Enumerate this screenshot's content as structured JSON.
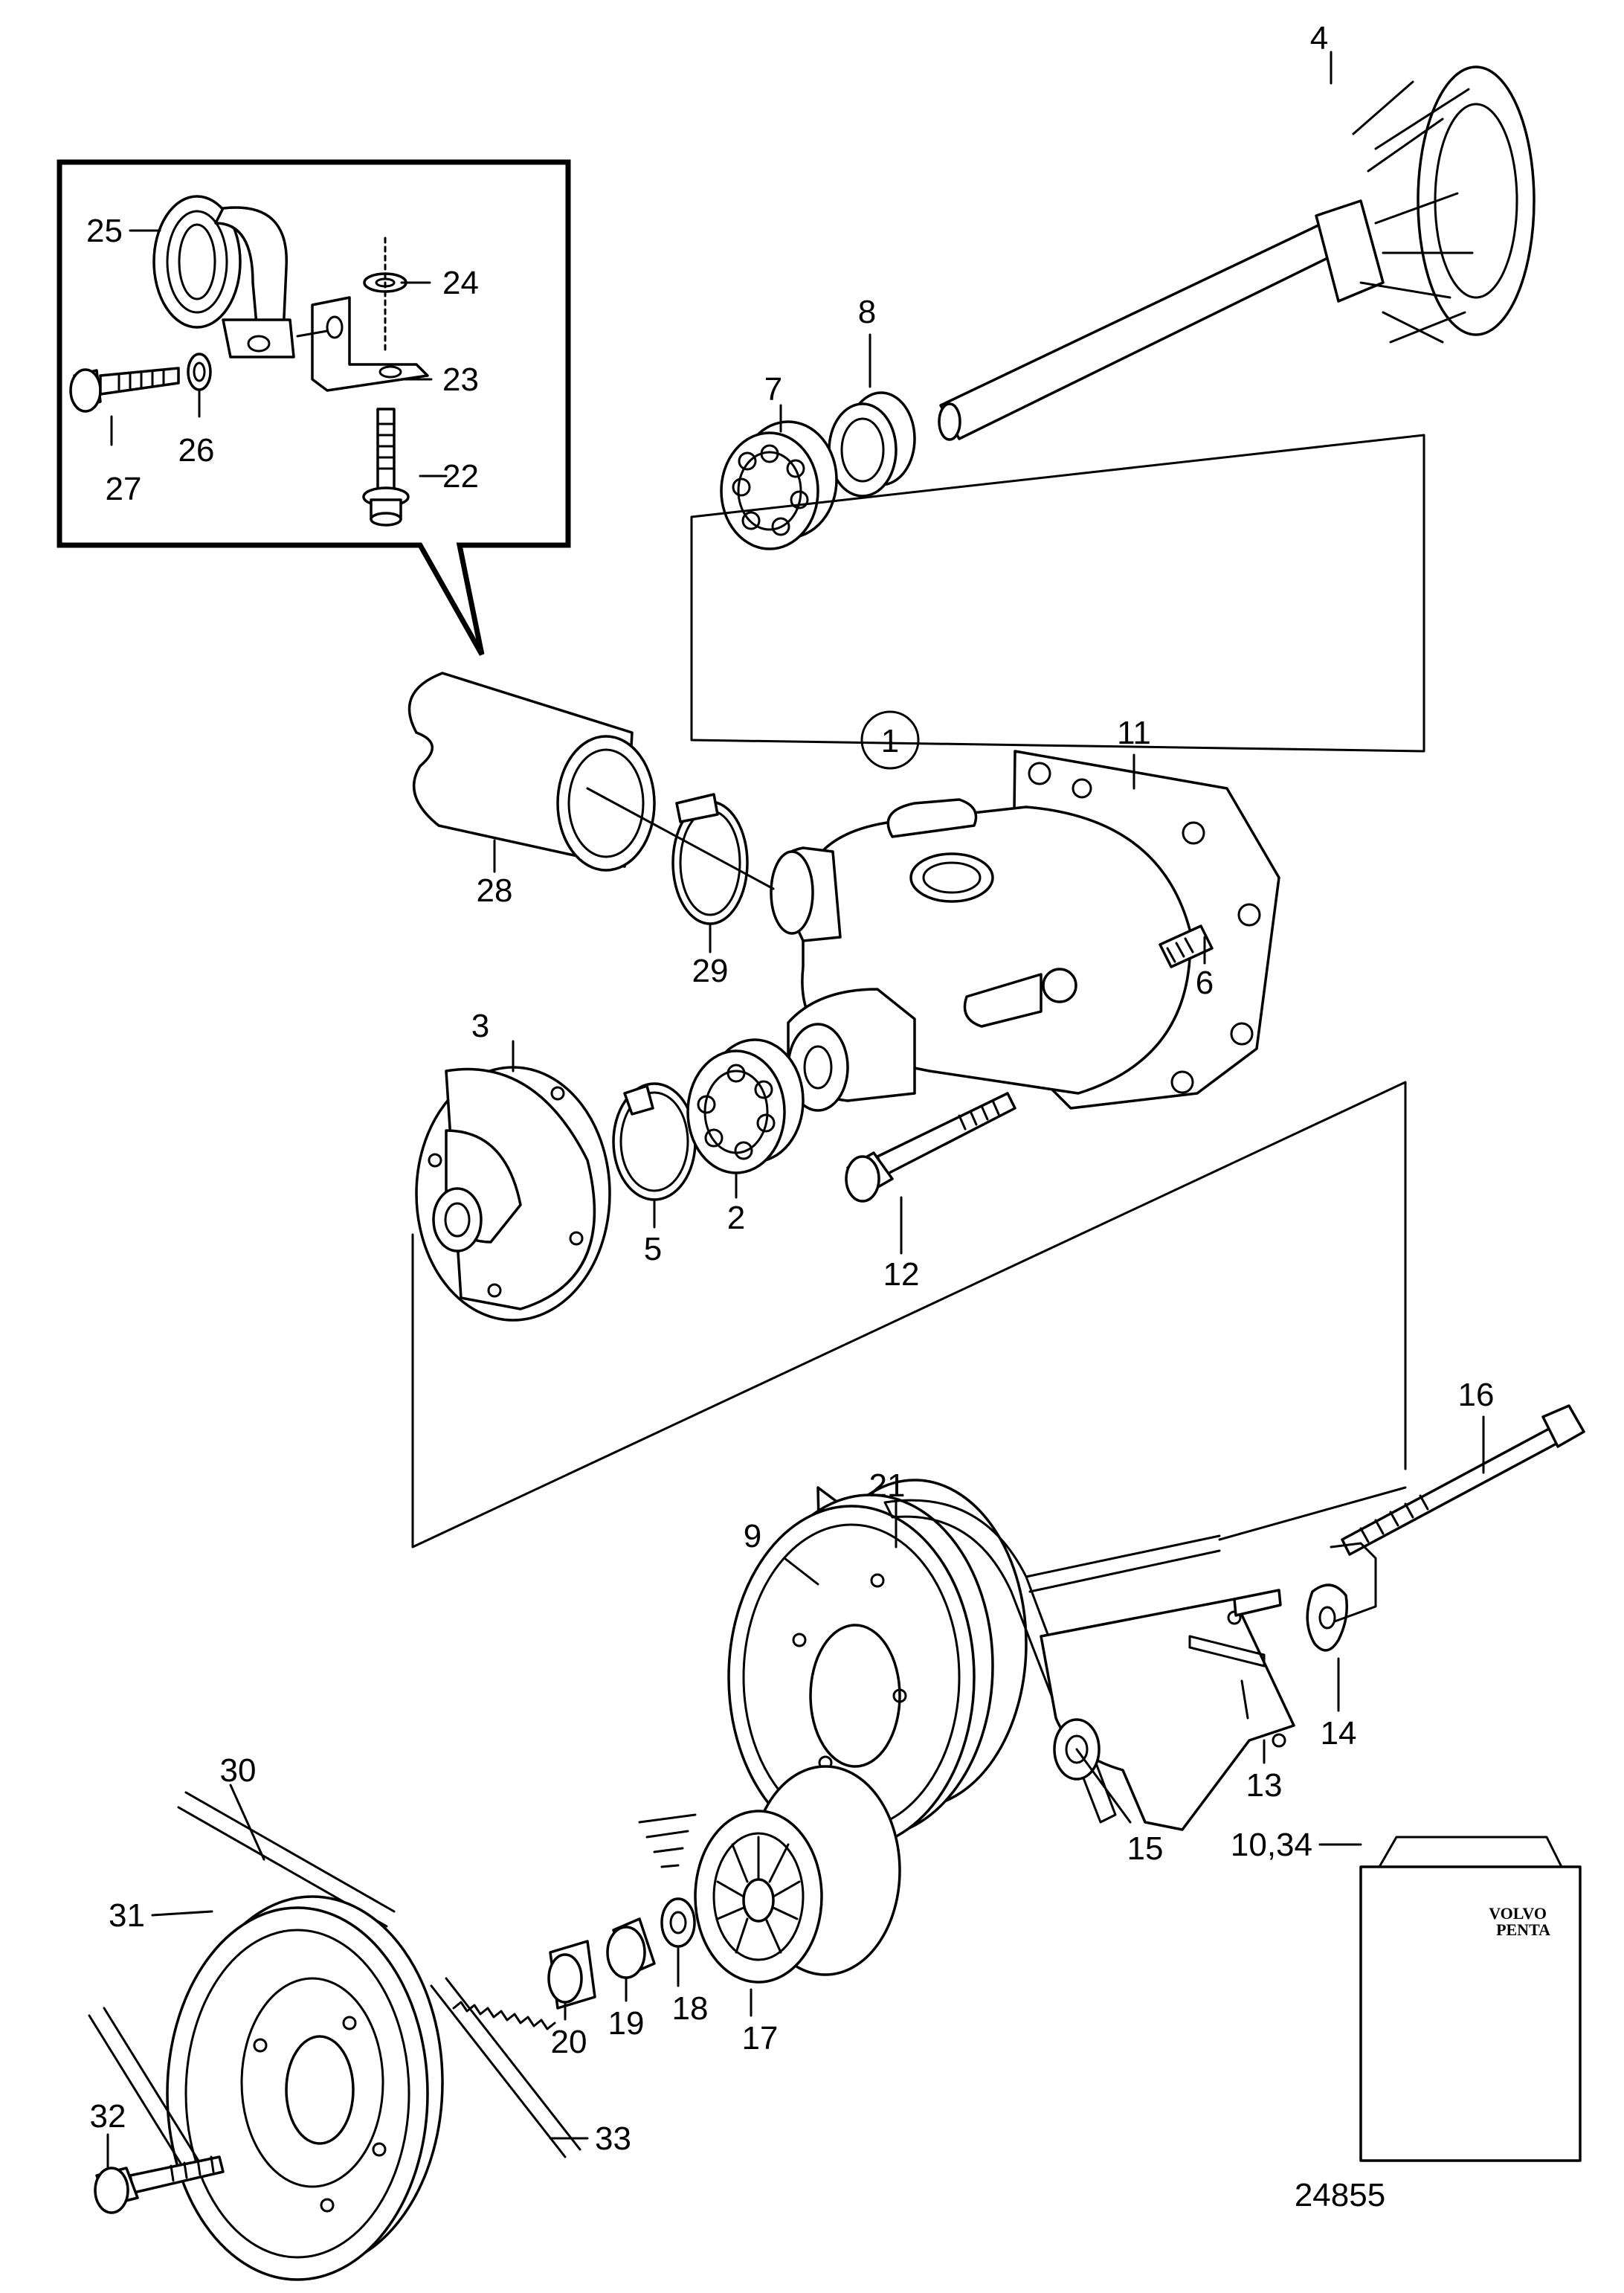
{
  "figure_id": "24855",
  "group_marker": "1",
  "brand_label": {
    "line1": "VOLVO",
    "line2": "PENTA"
  },
  "callouts": [
    {
      "id": "c1",
      "text": "1"
    },
    {
      "id": "c2",
      "text": "2"
    },
    {
      "id": "c3",
      "text": "3"
    },
    {
      "id": "c4",
      "text": "4"
    },
    {
      "id": "c5",
      "text": "5"
    },
    {
      "id": "c6",
      "text": "6"
    },
    {
      "id": "c7",
      "text": "7"
    },
    {
      "id": "c8",
      "text": "8"
    },
    {
      "id": "c9",
      "text": "9"
    },
    {
      "id": "c10",
      "text": "10,34"
    },
    {
      "id": "c11",
      "text": "11"
    },
    {
      "id": "c12",
      "text": "12"
    },
    {
      "id": "c13",
      "text": "13"
    },
    {
      "id": "c14",
      "text": "14"
    },
    {
      "id": "c15",
      "text": "15"
    },
    {
      "id": "c16",
      "text": "16"
    },
    {
      "id": "c17",
      "text": "17"
    },
    {
      "id": "c18",
      "text": "18"
    },
    {
      "id": "c19",
      "text": "19"
    },
    {
      "id": "c20",
      "text": "20"
    },
    {
      "id": "c21",
      "text": "21"
    },
    {
      "id": "c22",
      "text": "22"
    },
    {
      "id": "c23",
      "text": "23"
    },
    {
      "id": "c24",
      "text": "24"
    },
    {
      "id": "c25",
      "text": "25"
    },
    {
      "id": "c26",
      "text": "26"
    },
    {
      "id": "c27",
      "text": "27"
    },
    {
      "id": "c28",
      "text": "28"
    },
    {
      "id": "c29",
      "text": "29"
    },
    {
      "id": "c30",
      "text": "30"
    },
    {
      "id": "c31",
      "text": "31"
    },
    {
      "id": "c32",
      "text": "32"
    },
    {
      "id": "c33",
      "text": "33"
    }
  ]
}
